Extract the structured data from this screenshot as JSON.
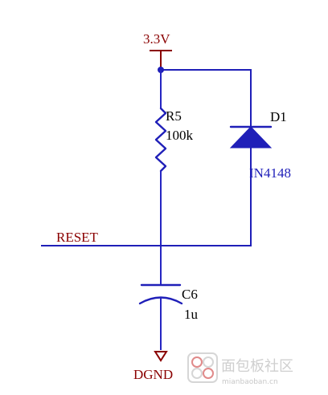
{
  "power": {
    "label": "3.3V"
  },
  "ground": {
    "label": "DGND"
  },
  "net": {
    "label": "RESET"
  },
  "resistor": {
    "designator": "R5",
    "value": "100k"
  },
  "diode": {
    "designator": "D1",
    "value": "IN4148"
  },
  "capacitor": {
    "designator": "C6",
    "value": "1u"
  },
  "watermark": {
    "text": "面包板社区",
    "subtext": "mianbaoban.cn"
  }
}
